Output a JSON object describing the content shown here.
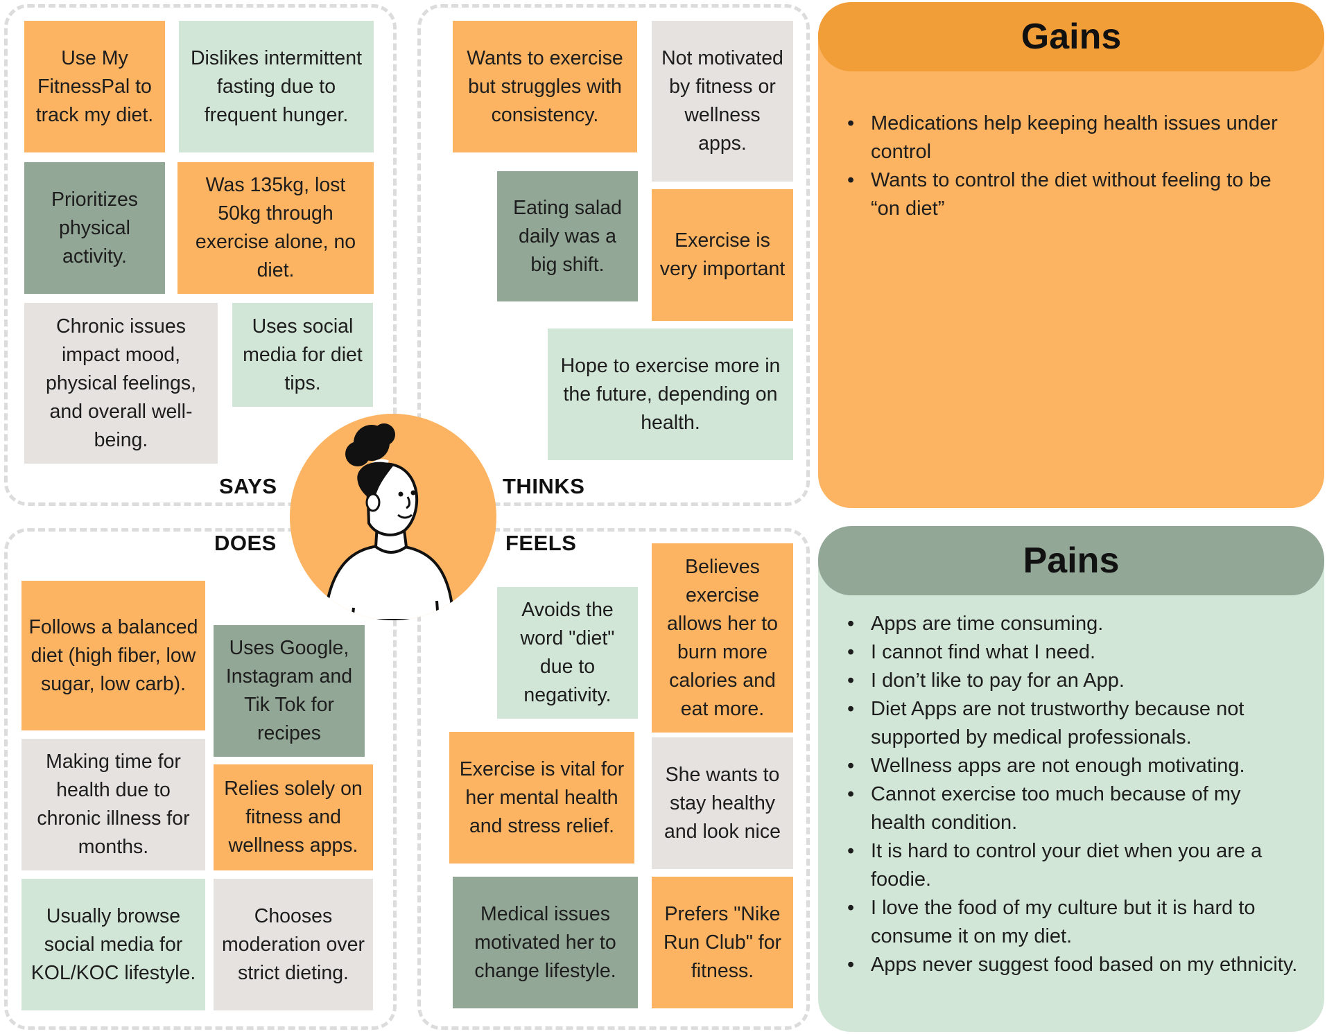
{
  "labels": {
    "says": "SAYS",
    "thinks": "THINKS",
    "does": "DOES",
    "feels": "FEELS"
  },
  "says": [
    "Use My FitnessPal to track my diet.",
    "Dislikes intermittent fasting due to frequent hunger.",
    "Prioritizes physical activity.",
    "Was 135kg, lost 50kg through exercise alone, no diet.",
    "Chronic issues impact mood, physical feelings, and overall well-being.",
    "Uses social media for diet tips."
  ],
  "thinks": [
    "Wants to exercise but struggles with consistency.",
    "Not motivated by fitness or wellness apps.",
    "Eating salad daily was a big shift.",
    "Exercise is very important",
    "Hope to exercise more in the future, depending on health."
  ],
  "does": [
    "Follows a balanced diet (high fiber, low sugar, low carb).",
    "Uses Google, Instagram and Tik Tok for recipes",
    "Making time for health due to chronic illness for months.",
    "Relies solely on fitness and wellness apps.",
    "Usually browse social media for KOL/KOC lifestyle.",
    "Chooses moderation over strict dieting."
  ],
  "feels": [
    "Believes exercise allows her to burn more calories and eat more.",
    "Avoids the word \"diet\" due to negativity.",
    "Exercise is vital for her mental health and stress relief.",
    "She wants to stay healthy and look nice",
    "Medical issues motivated her to change lifestyle.",
    "Prefers \"Nike Run Club\" for fitness."
  ],
  "gains": {
    "title": "Gains",
    "items": [
      "Medications help keeping health issues under control",
      "Wants to control the diet without feeling to be “on diet”"
    ]
  },
  "pains": {
    "title": "Pains",
    "items": [
      "Apps are time consuming.",
      "I cannot find what I need.",
      "I don’t like to pay for an App.",
      "Diet Apps are not trustworthy because not supported by medical professionals.",
      "Wellness apps are not enough motivating.",
      "Cannot exercise too much because of my health condition.",
      "It is hard to control your diet when you are a foodie.",
      "I love the food of my culture but it is hard to consume it on my diet.",
      "Apps never suggest food based on my ethnicity."
    ]
  },
  "colors": {
    "orange": "#fdb462",
    "dark_orange": "#f19e39",
    "light_green": "#d2e6d7",
    "sage": "#93a797",
    "gray": "#e5e2df"
  },
  "icons": {
    "avatar": "woman-avatar-icon"
  }
}
